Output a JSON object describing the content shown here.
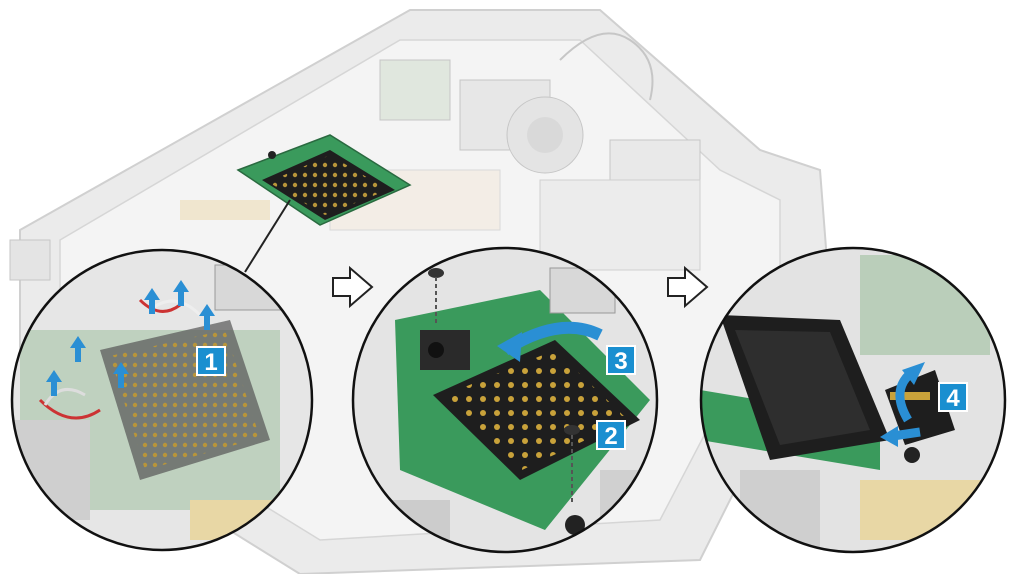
{
  "steps": [
    {
      "label": "1"
    },
    {
      "label": "2"
    },
    {
      "label": "3"
    },
    {
      "label": "4"
    }
  ],
  "colors": {
    "badge": "#1a8fd0",
    "arrow": "#2a8fd4",
    "board": "#3a9a5c",
    "module": "#1e1e1e",
    "pin": "#c9a23a"
  }
}
